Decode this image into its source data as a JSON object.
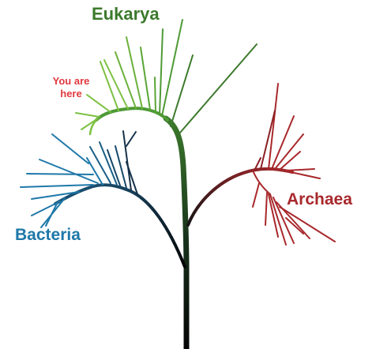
{
  "labels": {
    "eukarya": "Eukarya",
    "bacteria": "Bacteria",
    "archaea": "Archaea",
    "you_are_here_line1": "You are",
    "you_are_here_line2": "here"
  },
  "colors": {
    "eukarya": "#3c7a2c",
    "eukarya_light": "#7cc142",
    "bacteria": "#1e78a8",
    "bacteria_dark": "#16324a",
    "archaea": "#a8282c",
    "archaea_dark": "#5a1414",
    "root": "#0a0a0a",
    "you_are_here": "#e2383f"
  }
}
